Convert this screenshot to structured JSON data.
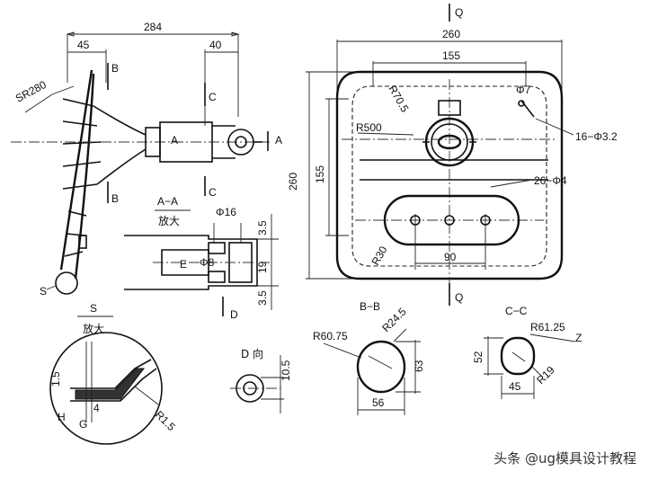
{
  "views": {
    "side": {
      "dims": {
        "overall": "284",
        "left": "45",
        "right": "40",
        "sphere": "SR280"
      },
      "markers": {
        "b_top": "B",
        "b_bottom": "B",
        "c_top": "C",
        "c_bottom": "C",
        "a_left": "A",
        "a_right": "A",
        "s": "S"
      }
    },
    "front": {
      "dims": {
        "width_outer": "260",
        "width_inner": "155",
        "height_outer": "260",
        "height_inner": "155",
        "r_corner": "R70.5",
        "r_top": "R500",
        "hole_small": "Φ7",
        "holes_count": "16−Φ3.2",
        "holes_four": "26−Φ4",
        "r_slot": "R30",
        "slot_span": "90"
      },
      "markers": {
        "q_top": "Q",
        "q_bottom": "Q"
      }
    },
    "section_aa": {
      "title": "A−A",
      "scale": "放大",
      "dims": {
        "dia16": "Φ16",
        "dia8": "Φ8",
        "t_top": "3.5",
        "t_bottom": "3.5",
        "h19": "19"
      },
      "markers": {
        "e": "E",
        "d": "D"
      }
    },
    "detail_s": {
      "title": "S",
      "scale": "放大",
      "dims": {
        "d15": "1.5",
        "d4": "4",
        "r15": "R1.5"
      },
      "markers": {
        "h": "H",
        "g": "G"
      }
    },
    "view_d": {
      "title": "D 向",
      "dims": {
        "d105": "10.5"
      }
    },
    "section_bb": {
      "title": "B−B",
      "dims": {
        "r6075": "R60.75",
        "r245": "R24.5",
        "h63": "63",
        "w56": "56"
      }
    },
    "section_cc": {
      "title": "C−C",
      "dims": {
        "r6125": "R61.25",
        "h52": "52",
        "w45": "45",
        "r19": "R19",
        "z": "Z"
      }
    }
  },
  "watermark": "头条 @ug模具设计教程"
}
